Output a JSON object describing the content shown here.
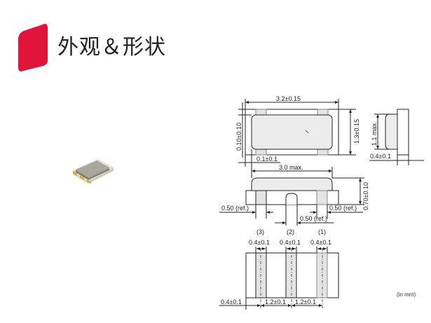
{
  "header": {
    "title": "外观＆形状",
    "accent_color": "#e0143c"
  },
  "product_photo": {
    "alt": "ceramic resonator chip component"
  },
  "drawing": {
    "top_view": {
      "length": "3.2±0.15",
      "width": "1.3±0.15",
      "offset_y": "0.10±0.10",
      "offset_x": "0.1±0.1"
    },
    "side_view_right": {
      "height": "1.1 max.",
      "thickness": "0.4±0.1"
    },
    "front_view": {
      "cap_length": "3.0 max.",
      "height": "0.70±0.10",
      "pad_left": "0.50 (ref.)",
      "pad_right": "0.50 (ref.)",
      "pad_center": "0.50 (ref.)"
    },
    "land_pattern": {
      "pins": [
        "(3)",
        "(2)",
        "(1)"
      ],
      "pin_widths": [
        "0.4±0.1",
        "0.4±0.1",
        "0.4±0.1"
      ],
      "edge_offset": "0.4±0.1",
      "pitch_1": "1.2±0.1",
      "pitch_2": "1.2±0.1"
    },
    "unit_label": "(in mm)"
  }
}
